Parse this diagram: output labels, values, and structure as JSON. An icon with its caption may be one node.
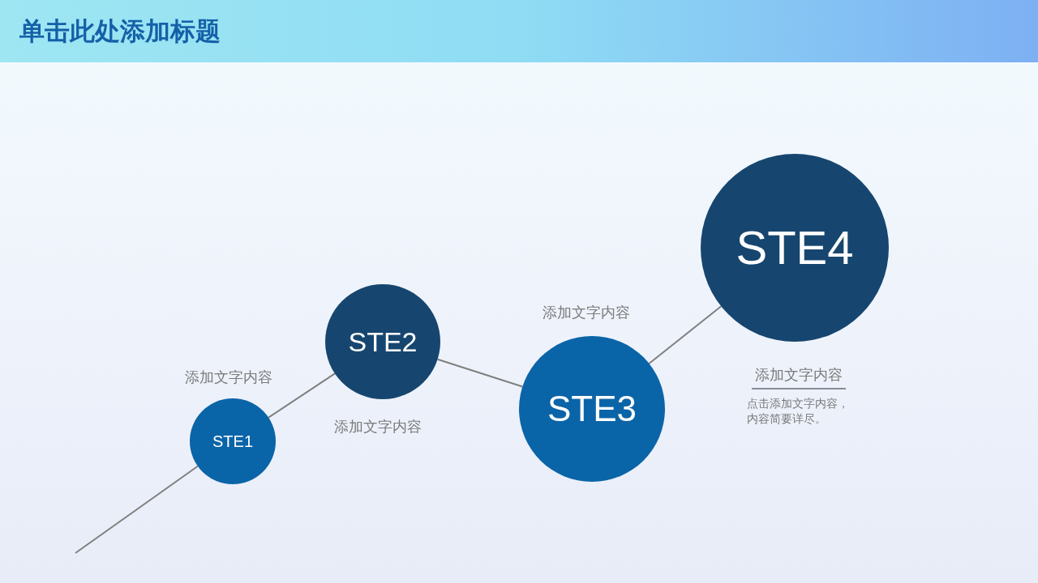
{
  "diagram": {
    "title": "单击此处添加标题",
    "nodes": [
      {
        "text": [
          "STE1"
        ],
        "beside": [
          "添加文字内容"
        ]
      },
      {
        "text": [
          "STE2"
        ],
        "beside": [
          "添加文字内容"
        ]
      },
      {
        "text": [
          "STE3"
        ],
        "beside": [
          "添加文字内容"
        ]
      },
      {
        "text": [
          "STE4"
        ],
        "beside": [
          "添加文字内容",
          "点击添加文字内容，内容简要详尽。"
        ]
      }
    ],
    "edges": [
      {
        "from": null,
        "to": 0,
        "arrow": "none"
      },
      {
        "from": 0,
        "to": 1,
        "arrow": "none"
      },
      {
        "from": 1,
        "to": 2,
        "arrow": "none"
      },
      {
        "from": 2,
        "to": 3,
        "arrow": "none"
      }
    ]
  }
}
